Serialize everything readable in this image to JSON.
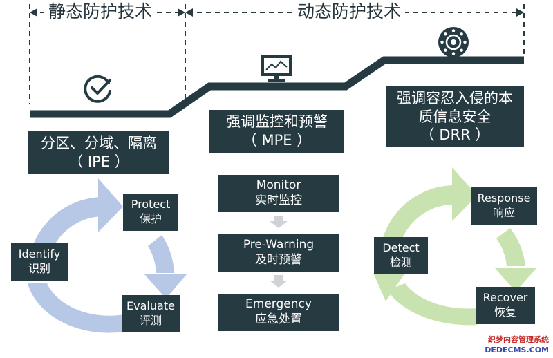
{
  "headers": {
    "static_label": "静态防护技术",
    "dynamic_label": "动态防护技术"
  },
  "stages": {
    "stage1": {
      "title_line1": "分区、分域、隔离",
      "title_line2": "（ IPE ）"
    },
    "stage2": {
      "title_line1": "强调监控和预警",
      "title_line2": "（ MPE ）"
    },
    "stage3": {
      "title_line1": "强调容忍入侵的本",
      "title_line2": "质信息安全",
      "title_line3": "（ DRR ）"
    }
  },
  "ipe_cycle": {
    "protect": {
      "en": "Protect",
      "zh": "保护"
    },
    "identify": {
      "en": "Identify",
      "zh": "识别"
    },
    "evaluate": {
      "en": "Evaluate",
      "zh": "评测"
    }
  },
  "mpe_steps": [
    {
      "en": "Monitor",
      "zh": "实时监控"
    },
    {
      "en": "Pre-Warning",
      "zh": "及时预警"
    },
    {
      "en": "Emergency",
      "zh": "应急处置"
    }
  ],
  "drr_cycle": {
    "response": {
      "en": "Response",
      "zh": "响应"
    },
    "detect": {
      "en": "Detect",
      "zh": "检测"
    },
    "recover": {
      "en": "Recover",
      "zh": "恢复"
    }
  },
  "icons": {
    "stage1": "check-circle-icon",
    "stage2": "monitor-chart-icon",
    "stage3": "target-gear-icon"
  },
  "colors": {
    "dark_box": "#263a42",
    "ipe_arrow": "#b7c7e6",
    "drr_arrow": "#c9e3b0",
    "step_arrow": "#cfd3d5"
  },
  "watermark": {
    "line1": "织梦内容管理系统",
    "line2": "DEDECMS.COM"
  }
}
